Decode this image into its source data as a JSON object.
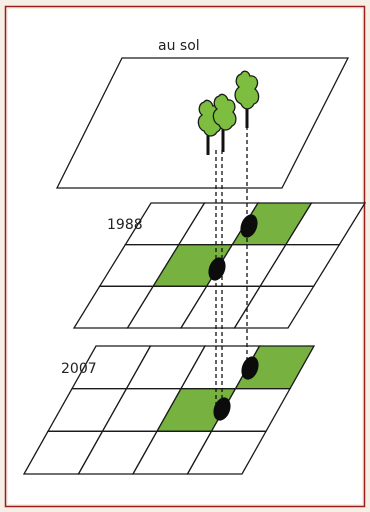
{
  "labels": {
    "ground": "au sol",
    "grid_1988": "1988",
    "grid_2007": "2007"
  },
  "colors": {
    "background": "#f6efe6",
    "panel_fill": "#ffffff",
    "panel_border": "#1a1a1a",
    "frame": "#9c1d1d",
    "cell_highlight": "#77b140",
    "tree_fill": "#7dbd3f",
    "tree_trunk": "#111111",
    "dot": "#0c0c0c"
  },
  "icons": {
    "tree": "tree-icon",
    "dot": "ellipse-marker"
  },
  "grid_1988": {
    "rows": 3,
    "cols": 4,
    "highlighted_cells": [
      [
        0,
        2
      ],
      [
        1,
        1
      ]
    ]
  },
  "grid_2007": {
    "rows": 3,
    "cols": 4,
    "highlighted_cells": [
      [
        0,
        3
      ],
      [
        1,
        2
      ]
    ]
  }
}
